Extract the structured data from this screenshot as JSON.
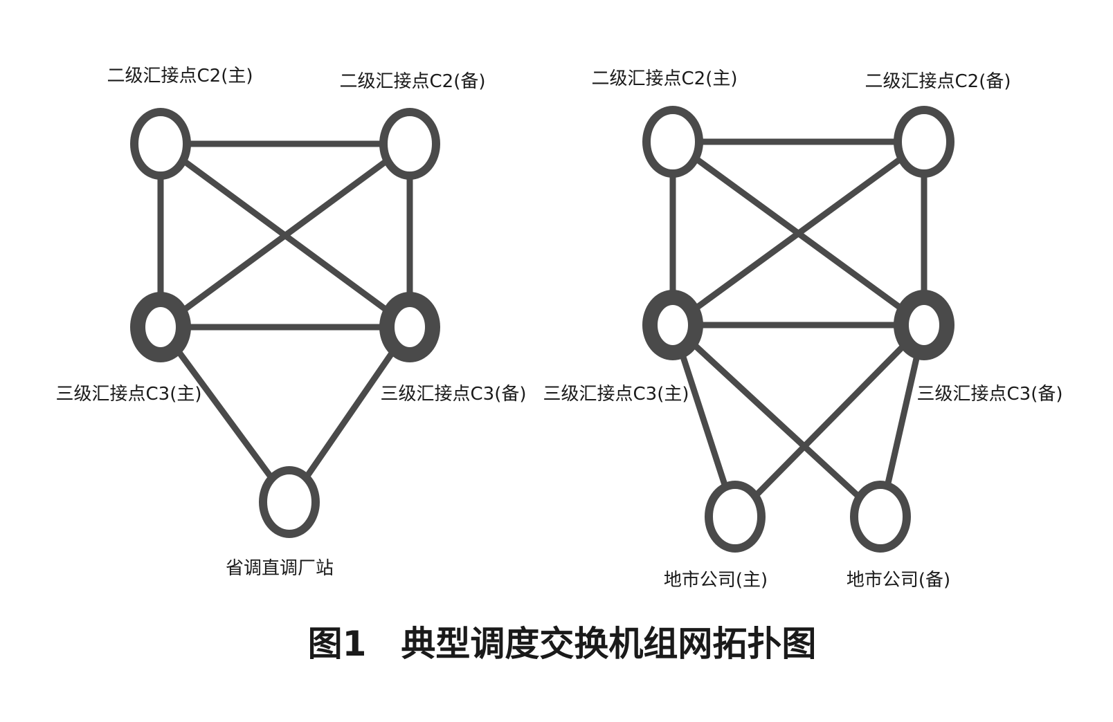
{
  "colors": {
    "line": "#4a4a4a",
    "text": "#1a1a1a",
    "background": "#ffffff"
  },
  "diagrams": [
    {
      "nodes": [
        {
          "id": "c2m",
          "label": "二级汇接点C2(主)",
          "kind": "c2"
        },
        {
          "id": "c2b",
          "label": "二级汇接点C2(备)",
          "kind": "c2"
        },
        {
          "id": "c3m",
          "label": "三级汇接点C3(主)",
          "kind": "c3"
        },
        {
          "id": "c3b",
          "label": "三级汇接点C3(备)",
          "kind": "c3"
        },
        {
          "id": "plant",
          "label": "省调直调厂站",
          "kind": "leaf"
        }
      ],
      "edges": [
        [
          "c2m",
          "c2b"
        ],
        [
          "c2m",
          "c3m"
        ],
        [
          "c2m",
          "c3b"
        ],
        [
          "c2b",
          "c3m"
        ],
        [
          "c2b",
          "c3b"
        ],
        [
          "c3m",
          "c3b"
        ],
        [
          "c3m",
          "plant"
        ],
        [
          "c3b",
          "plant"
        ]
      ]
    },
    {
      "nodes": [
        {
          "id": "c2m",
          "label": "二级汇接点C2(主)",
          "kind": "c2"
        },
        {
          "id": "c2b",
          "label": "二级汇接点C2(备)",
          "kind": "c2"
        },
        {
          "id": "c3m",
          "label": "三级汇接点C3(主)",
          "kind": "c3"
        },
        {
          "id": "c3b",
          "label": "三级汇接点C3(备)",
          "kind": "c3"
        },
        {
          "id": "citym",
          "label": "地市公司(主)",
          "kind": "leaf"
        },
        {
          "id": "cityb",
          "label": "地市公司(备)",
          "kind": "leaf"
        }
      ],
      "edges": [
        [
          "c2m",
          "c2b"
        ],
        [
          "c2m",
          "c3m"
        ],
        [
          "c2m",
          "c3b"
        ],
        [
          "c2b",
          "c3m"
        ],
        [
          "c2b",
          "c3b"
        ],
        [
          "c3m",
          "c3b"
        ],
        [
          "c3m",
          "citym"
        ],
        [
          "c3m",
          "cityb"
        ],
        [
          "c3b",
          "citym"
        ],
        [
          "c3b",
          "cityb"
        ]
      ]
    }
  ],
  "caption": "图1　典型调度交换机组网拓扑图"
}
